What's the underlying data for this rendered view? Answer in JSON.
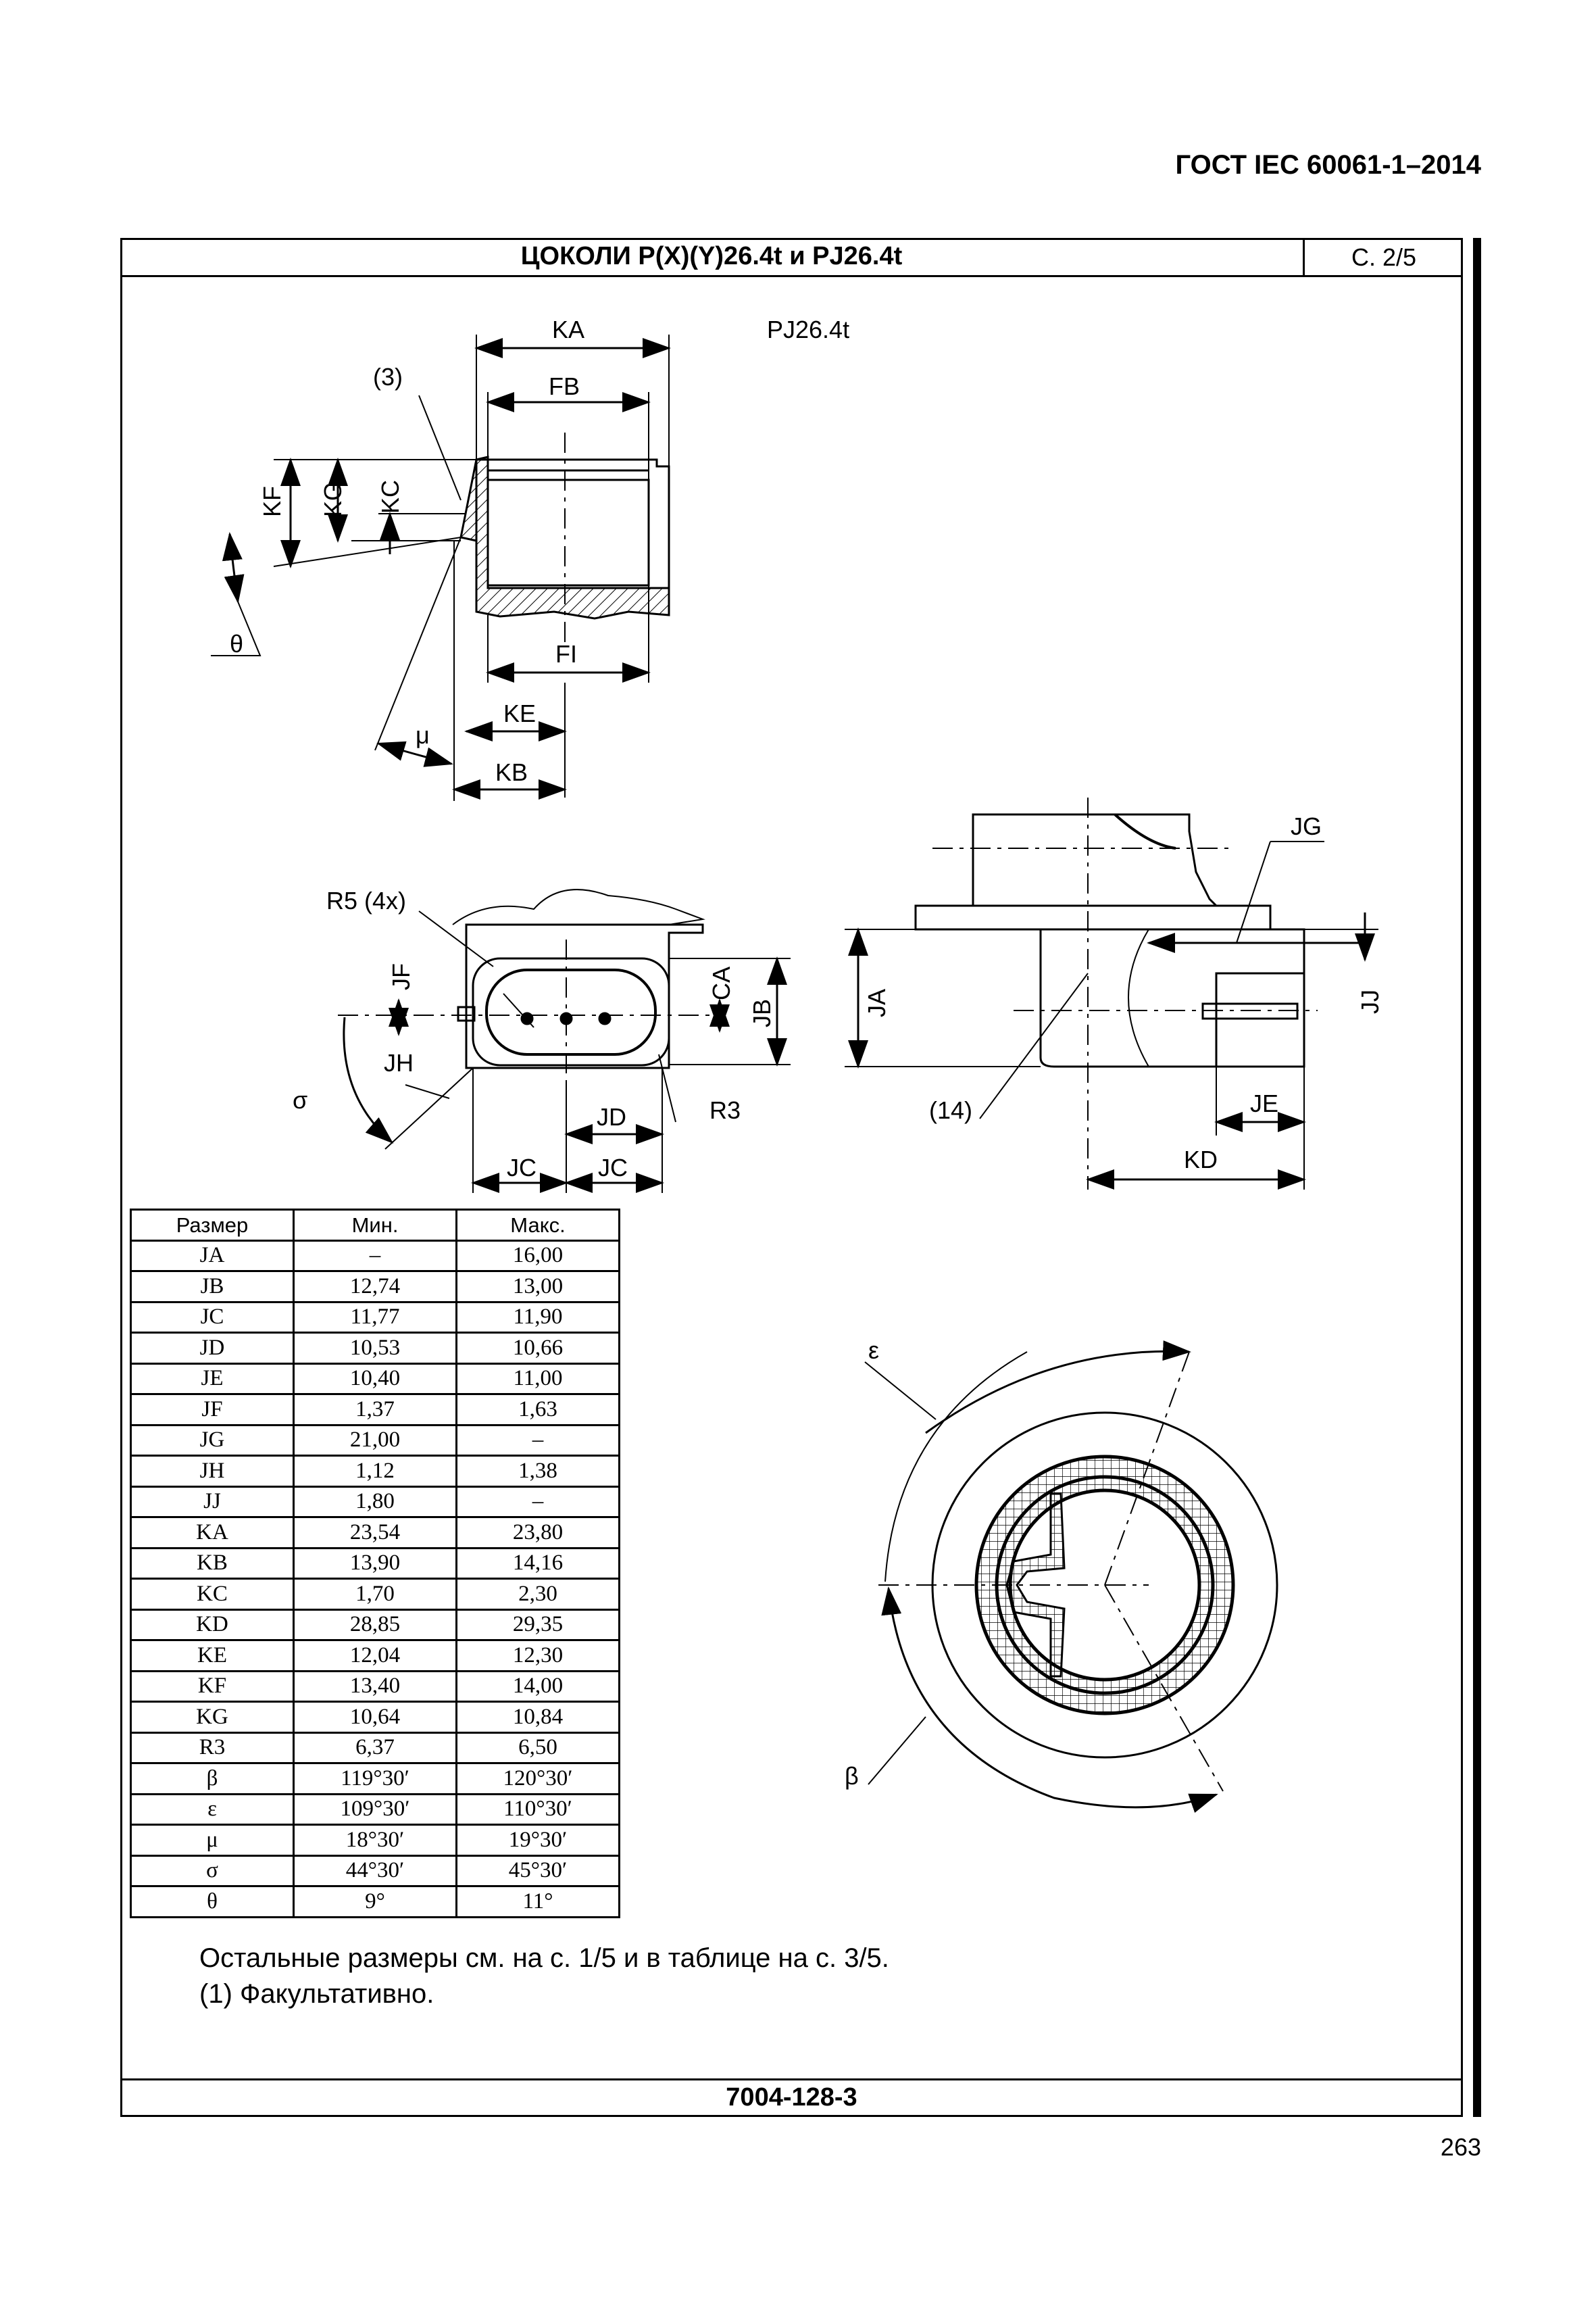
{
  "header": {
    "standard": "ГОСТ IEC 60061-1–2014"
  },
  "sheet": {
    "title": "ЦОКОЛИ P(X)(Y)26.4t и PJ26.4t",
    "page": "С. 2/5",
    "code": "7004-128-3",
    "page_number": "263"
  },
  "drawing_labels": {
    "pj": "PJ26.4t",
    "ka": "KA",
    "fb": "FB",
    "fi": "FI",
    "ke": "KE",
    "kb": "KB",
    "kf": "KF",
    "kg": "KG",
    "kc": "KC",
    "theta": "θ",
    "mu": "μ",
    "ref3": "(3)",
    "r5": "R5 (4x)",
    "jf": "JF",
    "ca": "CA",
    "jb": "JB",
    "jh": "JH",
    "sigma": "σ",
    "jd": "JD",
    "r3": "R3",
    "jc": "JC",
    "jg": "JG",
    "ja": "JA",
    "jj": "JJ",
    "je": "JE",
    "kd": "KD",
    "ref14": "(14)",
    "epsilon": "ε",
    "beta": "β"
  },
  "table": {
    "headers": [
      "Размер",
      "Мин.",
      "Макс."
    ],
    "rows": [
      [
        "JA",
        "–",
        "16,00"
      ],
      [
        "JB",
        "12,74",
        "13,00"
      ],
      [
        "JC",
        "11,77",
        "11,90"
      ],
      [
        "JD",
        "10,53",
        "10,66"
      ],
      [
        "JE",
        "10,40",
        "11,00"
      ],
      [
        "JF",
        "1,37",
        "1,63"
      ],
      [
        "JG",
        "21,00",
        "–"
      ],
      [
        "JH",
        "1,12",
        "1,38"
      ],
      [
        "JJ",
        "1,80",
        "–"
      ],
      [
        "KA",
        "23,54",
        "23,80"
      ],
      [
        "KB",
        "13,90",
        "14,16"
      ],
      [
        "KC",
        "1,70",
        "2,30"
      ],
      [
        "KD",
        "28,85",
        "29,35"
      ],
      [
        "KE",
        "12,04",
        "12,30"
      ],
      [
        "KF",
        "13,40",
        "14,00"
      ],
      [
        "KG",
        "10,64",
        "10,84"
      ],
      [
        "R3",
        "6,37",
        "6,50"
      ],
      [
        "β",
        "119°30′",
        "120°30′"
      ],
      [
        "ε",
        "109°30′",
        "110°30′"
      ],
      [
        "μ",
        "18°30′",
        "19°30′"
      ],
      [
        "σ",
        "44°30′",
        "45°30′"
      ],
      [
        "θ",
        "9°",
        "11°"
      ]
    ]
  },
  "notes": {
    "line1": "Остальные размеры см. на с. 1/5 и в таблице на с. 3/5.",
    "line2": "(1) Факультативно."
  }
}
